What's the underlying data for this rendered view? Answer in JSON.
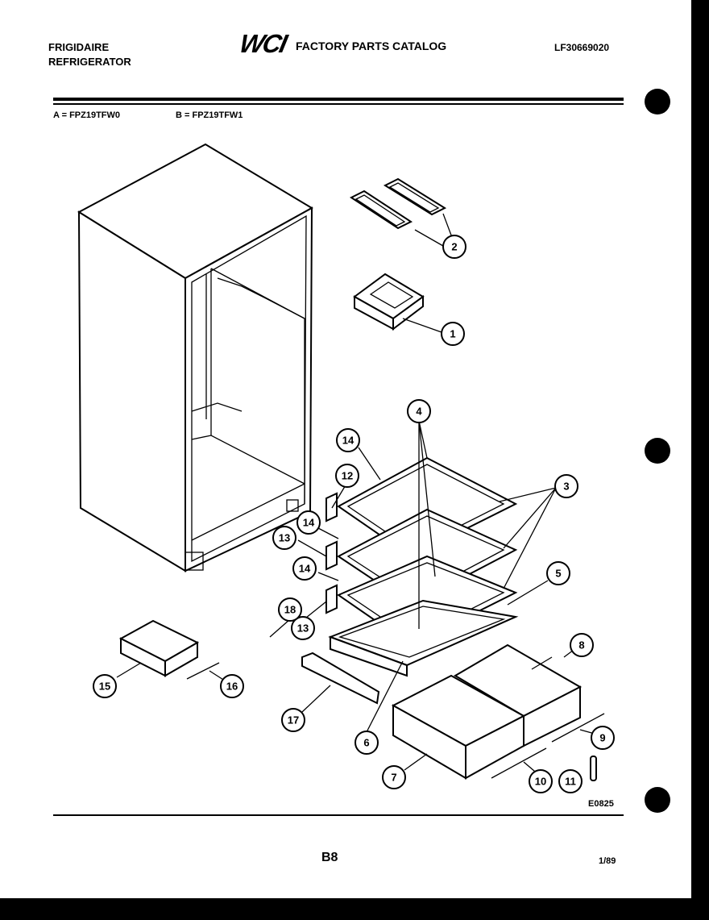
{
  "header": {
    "brand_line1": "FRIGIDAIRE",
    "brand_line2": "REFRIGERATOR",
    "logo_text": "WCI",
    "catalog_title": "FACTORY PARTS CATALOG",
    "part_number": "LF30669020"
  },
  "models": {
    "a": "A = FPZ19TFW0",
    "b": "B = FPZ19TFW1"
  },
  "diagram": {
    "drawing_code": "E0825",
    "callouts": [
      "1",
      "2",
      "3",
      "4",
      "5",
      "6",
      "7",
      "8",
      "9",
      "10",
      "11",
      "12",
      "13",
      "13",
      "14",
      "14",
      "14",
      "15",
      "16",
      "17",
      "18"
    ]
  },
  "footer": {
    "page_label": "B8",
    "date": "1/89"
  }
}
